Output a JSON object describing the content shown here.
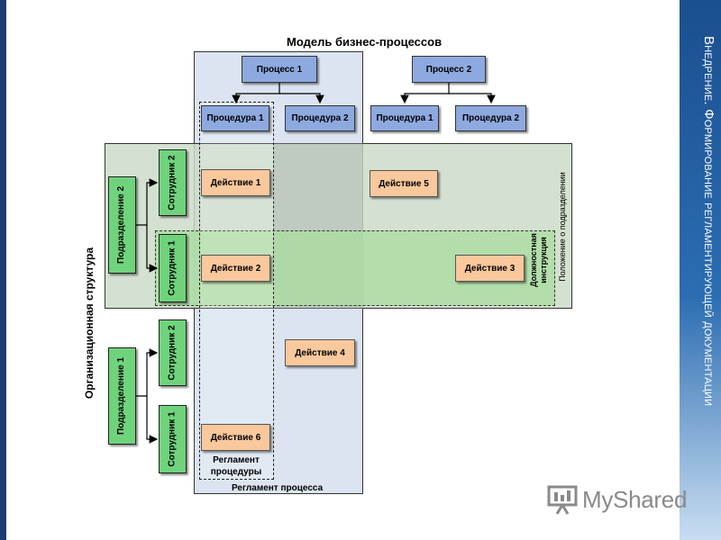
{
  "slide": {
    "title": "Внедрение. Формирование регламентирующей документации"
  },
  "diagram": {
    "title": "Модель бизнес-процессов",
    "processes": [
      {
        "label": "Процесс 1",
        "procedures": [
          "Процедура 1",
          "Процедура 2"
        ]
      },
      {
        "label": "Процесс 2",
        "procedures": [
          "Процедура 1",
          "Процедура 2"
        ]
      }
    ],
    "actions": [
      "Действие 1",
      "Действие 2",
      "Действие 3",
      "Действие 4",
      "Действие 5",
      "Действие 6"
    ],
    "org_structure_label": "Организационная структура",
    "departments": [
      {
        "label": "Подразделение 2",
        "employees": [
          "Сотрудник 2",
          "Сотрудник 1"
        ]
      },
      {
        "label": "Подразделение 1",
        "employees": [
          "Сотрудник 2",
          "Сотрудник 1"
        ]
      }
    ],
    "captions": {
      "process_regulation": "Регламент процесса",
      "procedure_regulation_line1": "Регламент",
      "procedure_regulation_line2": "процедуры",
      "job_instruction_line1": "Должностная",
      "job_instruction_line2": "инструкция",
      "department_regulation": "Положение о подразделении"
    }
  },
  "logo": {
    "text": "MyShared",
    "icon": "presentation-board-icon"
  },
  "colors": {
    "process_fill": "#8ea9e0",
    "action_fill": "#f9c89c",
    "org_fill": "#6fd37c",
    "process_regulation_area": "#dbe4f0",
    "department_area": "#d9e5d6",
    "job_instruction_area": "#b8dfb0",
    "side_panel": "#1a4f8f"
  }
}
